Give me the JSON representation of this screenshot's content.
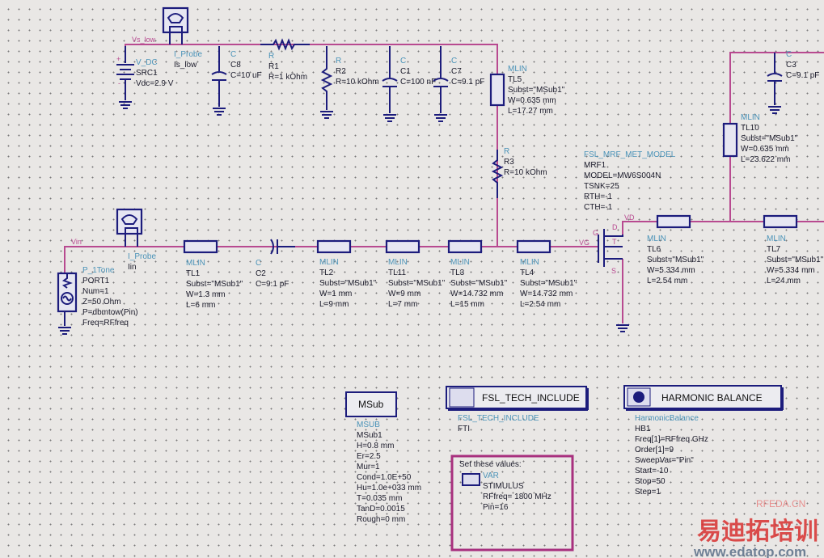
{
  "nets": {
    "vs_low": "Vs_low",
    "vin": "Vin",
    "vd": "VD",
    "vg": "VG"
  },
  "pins": {
    "d": "D",
    "g": "G",
    "t": "T",
    "s": "S",
    "plus": "+",
    "minus": "-"
  },
  "src1": {
    "type": "V_DC",
    "name": "SRC1",
    "lines": [
      "Vdc=2.9 V"
    ]
  },
  "probe_low": {
    "type": "I_Probe",
    "name": "Is_low"
  },
  "c8": {
    "type": "C",
    "name": "C8",
    "lines": [
      "C=10 uF"
    ]
  },
  "r1": {
    "type": "R",
    "name": "R1",
    "lines": [
      "R=1 kOhm"
    ]
  },
  "r2": {
    "type": "R",
    "name": "R2",
    "lines": [
      "R=10 kOhm"
    ]
  },
  "c1": {
    "type": "C",
    "name": "C1",
    "lines": [
      "C=100 nF"
    ]
  },
  "c7": {
    "type": "C",
    "name": "C7",
    "lines": [
      "C=9.1 pF"
    ]
  },
  "tl5": {
    "type": "MLIN",
    "name": "TL5",
    "lines": [
      "Subst=\"MSub1\"",
      "W=0.635 mm",
      "L=17.27 mm"
    ]
  },
  "r3": {
    "type": "R",
    "name": "R3",
    "lines": [
      "R=10 kOhm"
    ]
  },
  "port1": {
    "type": "P_1Tone",
    "name": "PORT1",
    "lines": [
      "Num=1",
      "Z=50 Ohm",
      "P=dbmtow(Pin)",
      "Freq=RFfreq"
    ]
  },
  "probe_in": {
    "type": "I_Probe",
    "name": "Iin"
  },
  "tl1": {
    "type": "MLIN",
    "name": "TL1",
    "lines": [
      "Subst=\"MSub1\"",
      "W=1.3 mm",
      "L=6 mm"
    ]
  },
  "c2": {
    "type": "C",
    "name": "C2",
    "lines": [
      "C=9.1 pF"
    ]
  },
  "tl2": {
    "type": "MLIN",
    "name": "TL2",
    "lines": [
      "Subst=\"MSub1\"",
      "W=1 mm",
      "L=9 mm"
    ]
  },
  "tl11": {
    "type": "MLIN",
    "name": "TL11",
    "lines": [
      "Subst=\"MSub1\"",
      "W=9 mm",
      "L=7 mm"
    ]
  },
  "tl3": {
    "type": "MLIN",
    "name": "TL3",
    "lines": [
      "Subst=\"MSub1\"",
      "W=14.732 mm",
      "L=15 mm"
    ]
  },
  "tl4": {
    "type": "MLIN",
    "name": "TL4",
    "lines": [
      "Subst=\"MSub1\"",
      "W=14.732 mm",
      "L=2.54 mm"
    ]
  },
  "mrf1": {
    "type": "FSL_MRF_MET_MODEL",
    "name": "MRF1",
    "lines": [
      "MODEL=MW6S004N",
      "TSNK=25",
      "RTH=-1",
      "CTH=-1"
    ]
  },
  "tl6": {
    "type": "MLIN",
    "name": "TL6",
    "lines": [
      "Subst=\"MSub1\"",
      "W=5.334 mm",
      "L=2.54 mm"
    ]
  },
  "tl7": {
    "type": "MLIN",
    "name": "TL7",
    "lines": [
      "Subst=\"MSub1\"",
      "W=5.334 mm",
      "L=24 mm"
    ]
  },
  "tl10": {
    "type": "MLIN",
    "name": "TL10",
    "lines": [
      "Subst=\"MSub1\"",
      "W=0.635 mm",
      "L=23.622 mm"
    ]
  },
  "c3": {
    "type": "C",
    "name": "C3",
    "lines": [
      "C=9.1 pF"
    ]
  },
  "msub": {
    "box": "MSub",
    "type": "MSUB",
    "name": "MSub1",
    "lines": [
      "H=0.8 mm",
      "Er=2.5",
      "Mur=1",
      "Cond=1.0E+50",
      "Hu=1.0e+033 mm",
      "T=0.035 mm",
      "TanD=0.0015",
      "Rough=0 mm"
    ]
  },
  "tech": {
    "box": "FSL_TECH_INCLUDE",
    "type": "FSL_TECH_INCLUDE",
    "name": "FTI"
  },
  "var": {
    "note": "Set these values:",
    "type": "VAR",
    "name": "STIMULUS",
    "lines": [
      "RFfreq= 1800 MHz",
      "Pin=16"
    ]
  },
  "hb": {
    "box": "HARMONIC BALANCE",
    "type": "HarmonicBalance",
    "name": "HB1",
    "lines": [
      "Freq[1]=RFfreq GHz",
      "Order[1]=9",
      "SweepVar=\"Pin\"",
      "Start=-10",
      "Stop=50",
      "Step=1"
    ]
  },
  "watermark": {
    "cn": "易迪拓培训",
    "url": "www.edatop.com",
    "site": "RFEDA.CN"
  },
  "colors": {
    "wire": "#b84a90",
    "component": "#1c1c7c",
    "type_label": "#4b93b8",
    "background": "#e9e7e5"
  }
}
